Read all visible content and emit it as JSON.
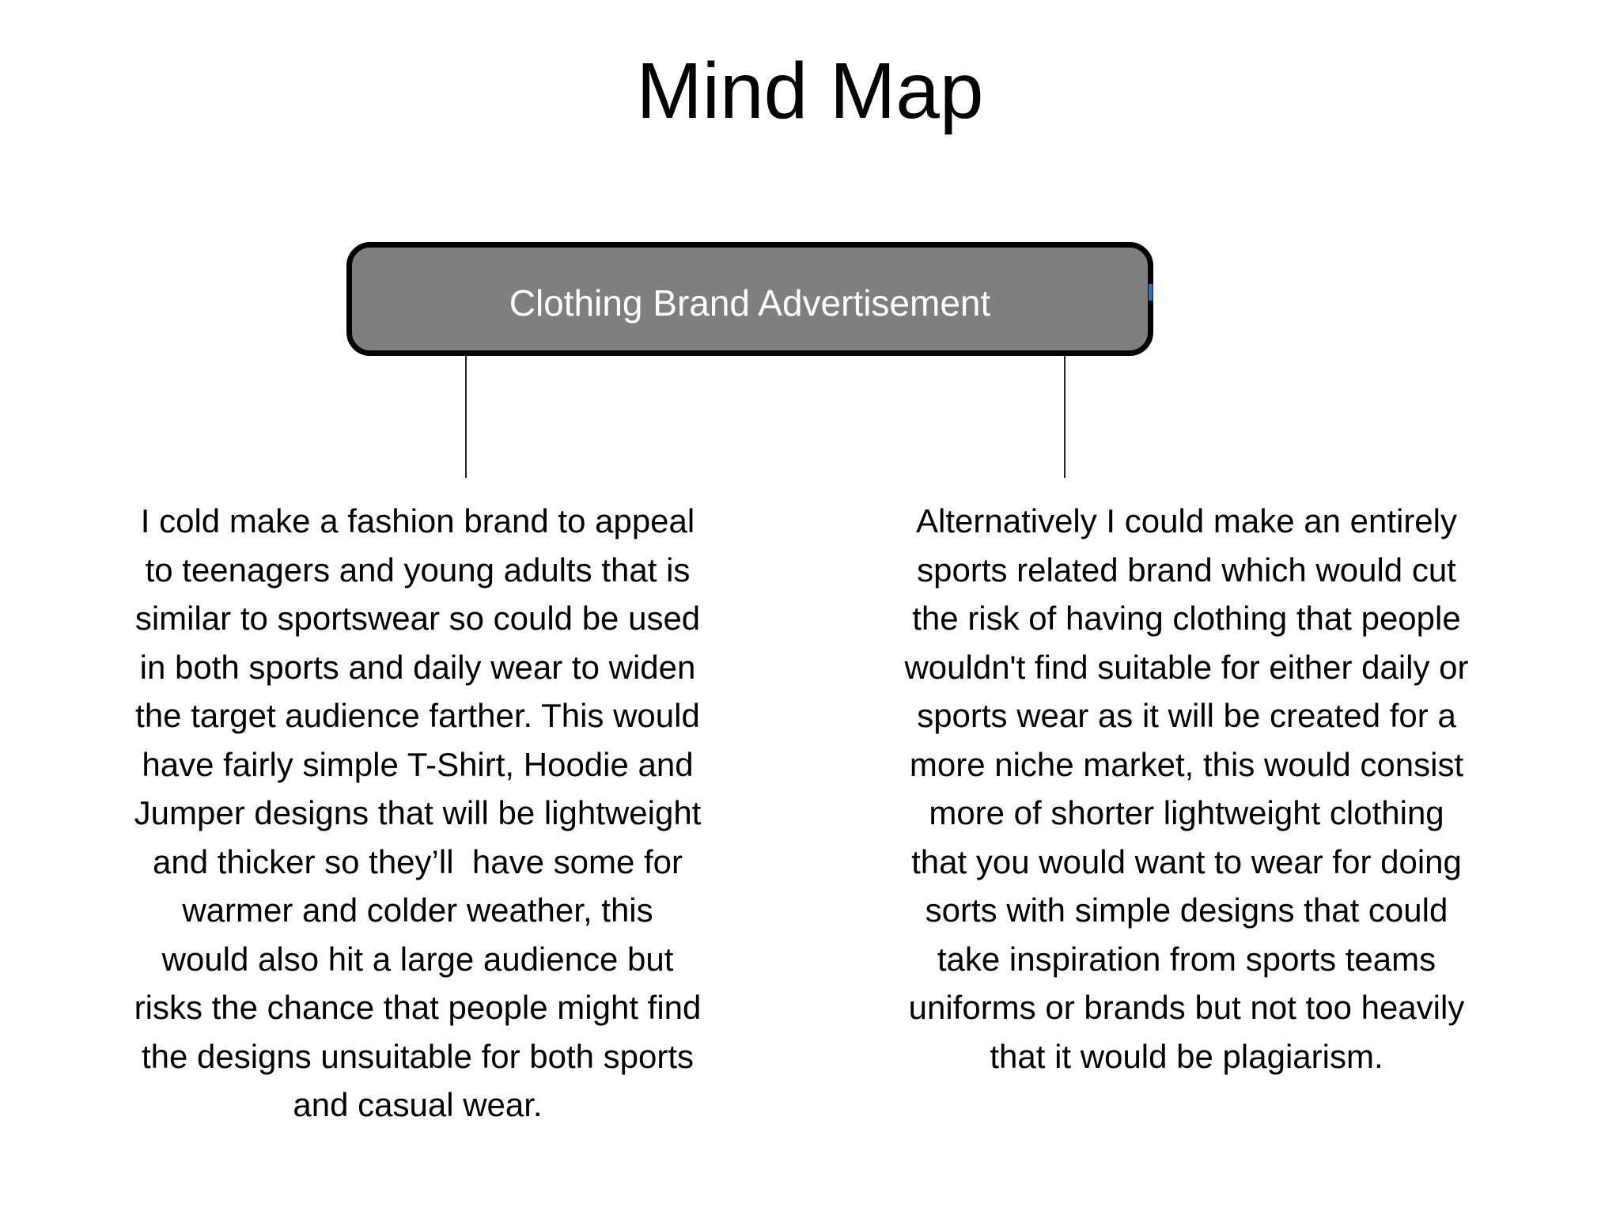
{
  "slide": {
    "title": "Mind Map",
    "background": "#ffffff"
  },
  "root_node": {
    "label": "Clothing Brand Advertisement",
    "fill": "#7f7f7f",
    "border_color": "#000000",
    "label_color": "#ffffff",
    "cursor_color": "#2e75b6"
  },
  "connectors": {
    "color": "#222222"
  },
  "branches": {
    "left": {
      "lines": [
        "I cold make a fashion brand to appeal",
        "to teenagers and young adults that is",
        "similar to sportswear so could be used",
        "in both sports and daily wear to widen",
        "the target audience farther. This would",
        "have fairly simple T-Shirt, Hoodie and",
        "Jumper designs that will be lightweight",
        "and thicker so they’ll  have some for",
        "warmer and colder weather, this",
        "would also hit a large audience but",
        "risks the chance that people might find",
        "the designs unsuitable for both sports",
        "and casual wear."
      ]
    },
    "right": {
      "lines": [
        "Alternatively I could make an entirely",
        "sports related brand which would cut",
        "the risk of having clothing that people",
        "wouldn't find suitable for either daily or",
        "sports wear as it will be created for a",
        "more niche market, this would consist",
        "more of shorter lightweight clothing",
        "that you would want to wear for doing",
        "sorts with simple designs that could",
        "take inspiration from sports teams",
        "uniforms or brands but not too heavily",
        "that it would be plagiarism."
      ]
    }
  }
}
